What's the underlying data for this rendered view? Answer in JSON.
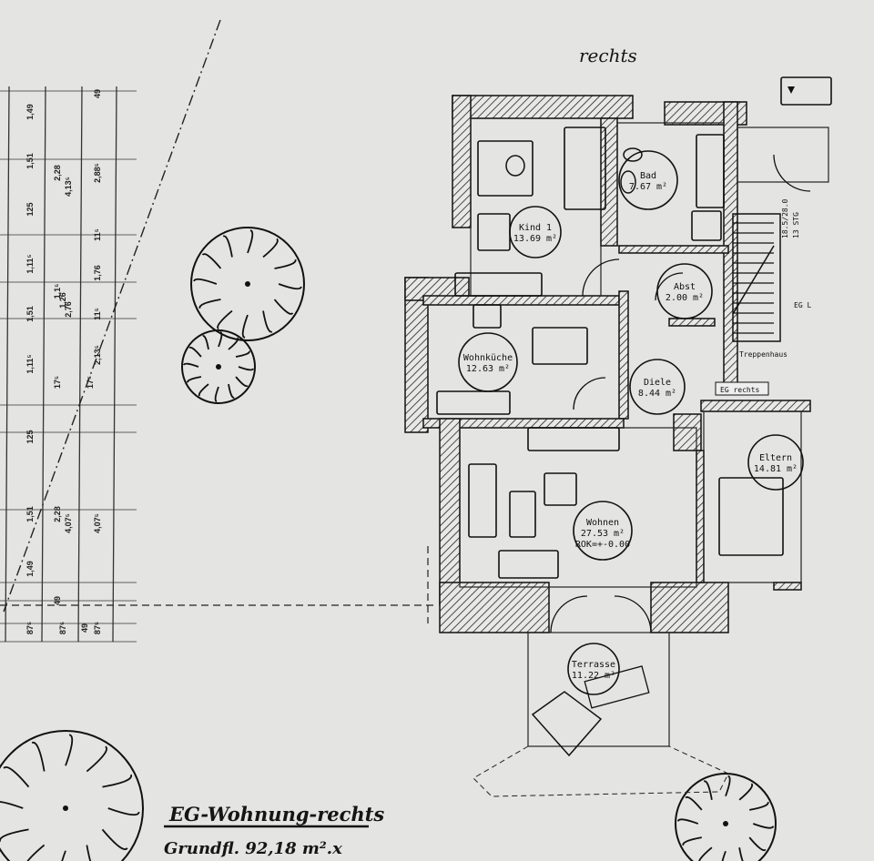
{
  "handwriting": {
    "top_note": "rechts",
    "title": "EG-Wohnung-rechts",
    "area_note": "Grundfl. 92,18 m².x"
  },
  "rooms": [
    {
      "name": "Kind 1",
      "area": "13.69 m²"
    },
    {
      "name": "Bad",
      "area": "7.67 m²"
    },
    {
      "name": "Abst",
      "area": "2.00 m²"
    },
    {
      "name": "Wohnküche",
      "area": "12.63 m²"
    },
    {
      "name": "Diele",
      "area": "8.44 m²"
    },
    {
      "name": "Eltern",
      "area": "14.81 m²"
    },
    {
      "name": "Wohnen",
      "area": "27.53 m²",
      "extra": "ROK=+-0.00"
    },
    {
      "name": "Terrasse",
      "area": "11.22 m²"
    }
  ],
  "labels": {
    "stair_spec": "18.5/28.0",
    "stair_steps": "13 STG",
    "staircase": "Treppenhaus",
    "eg_left": "EG L",
    "eg_right_tag": "EG rechts"
  },
  "dimensions": {
    "col1": [
      "1,49",
      "1,51",
      "125",
      "1,11⁵",
      "1,51",
      "1,11⁵",
      "125",
      "1,51",
      "1,49",
      "87⁵"
    ],
    "col2": [
      "2,28",
      "4,13⁵",
      "1,1⁵",
      "1,26",
      "2,76",
      "17⁵",
      "2,28",
      "4,07⁵",
      "49",
      "87⁵"
    ],
    "col3": [
      "49",
      "2,88⁵",
      "11⁵",
      "1,76",
      "11⁵",
      "2,13⁵",
      "17⁵",
      "4,07⁵",
      "87⁵",
      "49"
    ]
  },
  "colors": {
    "paper": "#e4e4e2",
    "ink": "#151515"
  }
}
